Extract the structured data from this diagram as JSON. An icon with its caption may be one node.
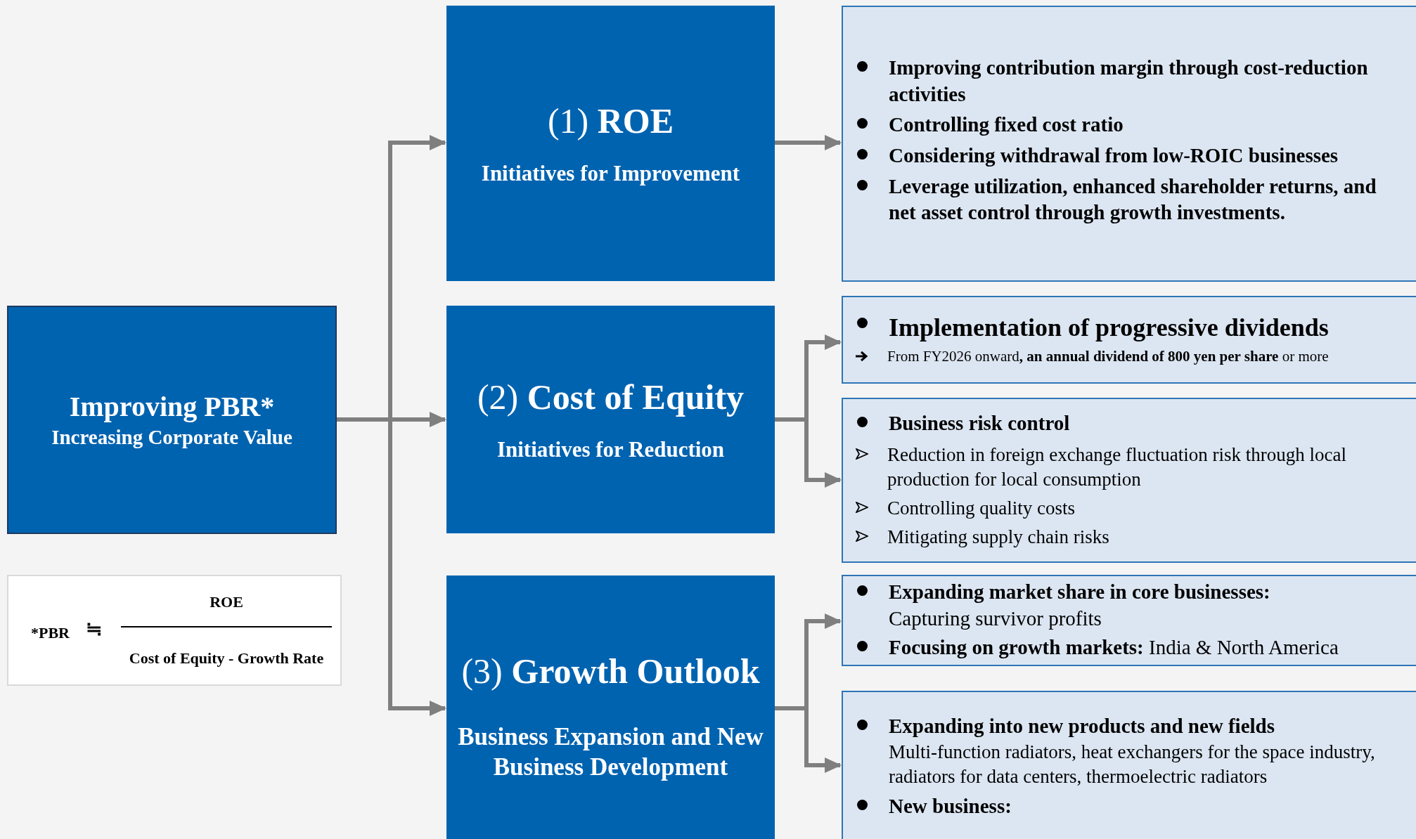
{
  "diagram": {
    "nodes": [
      {
        "text": [
          "Improving PBR*",
          "Increasing Corporate Value"
        ]
      },
      {
        "text": [
          "*PBR",
          "≒",
          "ROE",
          "Cost of Equity - Growth Rate"
        ]
      },
      {
        "text": [
          "(1) **ROE**",
          "Initiatives for Improvement"
        ]
      },
      {
        "text": [
          "(2) **Cost of Equity**",
          "Initiatives for Reduction"
        ]
      },
      {
        "text": [
          "(3) **Growth Outlook**",
          "Business Expansion and New Business Development"
        ]
      },
      {
        "text": [
          "Improving contribution margin through cost-reduction activities",
          "Controlling fixed cost ratio",
          "Considering withdrawal from low-ROIC businesses",
          "Leverage utilization, enhanced shareholder returns, and net asset control through growth investments."
        ]
      },
      {
        "text": [
          "Implementation of progressive dividends",
          "From FY2026 onward**, an annual dividend of 800 yen per share** or more"
        ]
      },
      {
        "text": [
          "Business risk control",
          "Reduction in foreign exchange fluctuation risk through local production for local consumption",
          "Controlling quality costs",
          "Mitigating supply chain risks"
        ]
      },
      {
        "text": [
          "Expanding market share in core businesses:",
          "Capturing survivor profits",
          "**Focusing on growth markets:** India & North America"
        ]
      },
      {
        "text": [
          "Expanding into new products and new fields",
          "Multi-function radiators, heat exchangers for the space industry, radiators for data centers, thermoelectric radiators",
          "New business:"
        ]
      }
    ],
    "edges": [
      {
        "from": 0,
        "to": 2,
        "arrow": "to"
      },
      {
        "from": 0,
        "to": 3,
        "arrow": "to"
      },
      {
        "from": 0,
        "to": 4,
        "arrow": "to"
      },
      {
        "from": 2,
        "to": 5,
        "arrow": "to"
      },
      {
        "from": 3,
        "to": 6,
        "arrow": "to"
      },
      {
        "from": 3,
        "to": 7,
        "arrow": "to"
      },
      {
        "from": 4,
        "to": 8,
        "arrow": "to"
      },
      {
        "from": 4,
        "to": 9,
        "arrow": "to"
      }
    ]
  }
}
